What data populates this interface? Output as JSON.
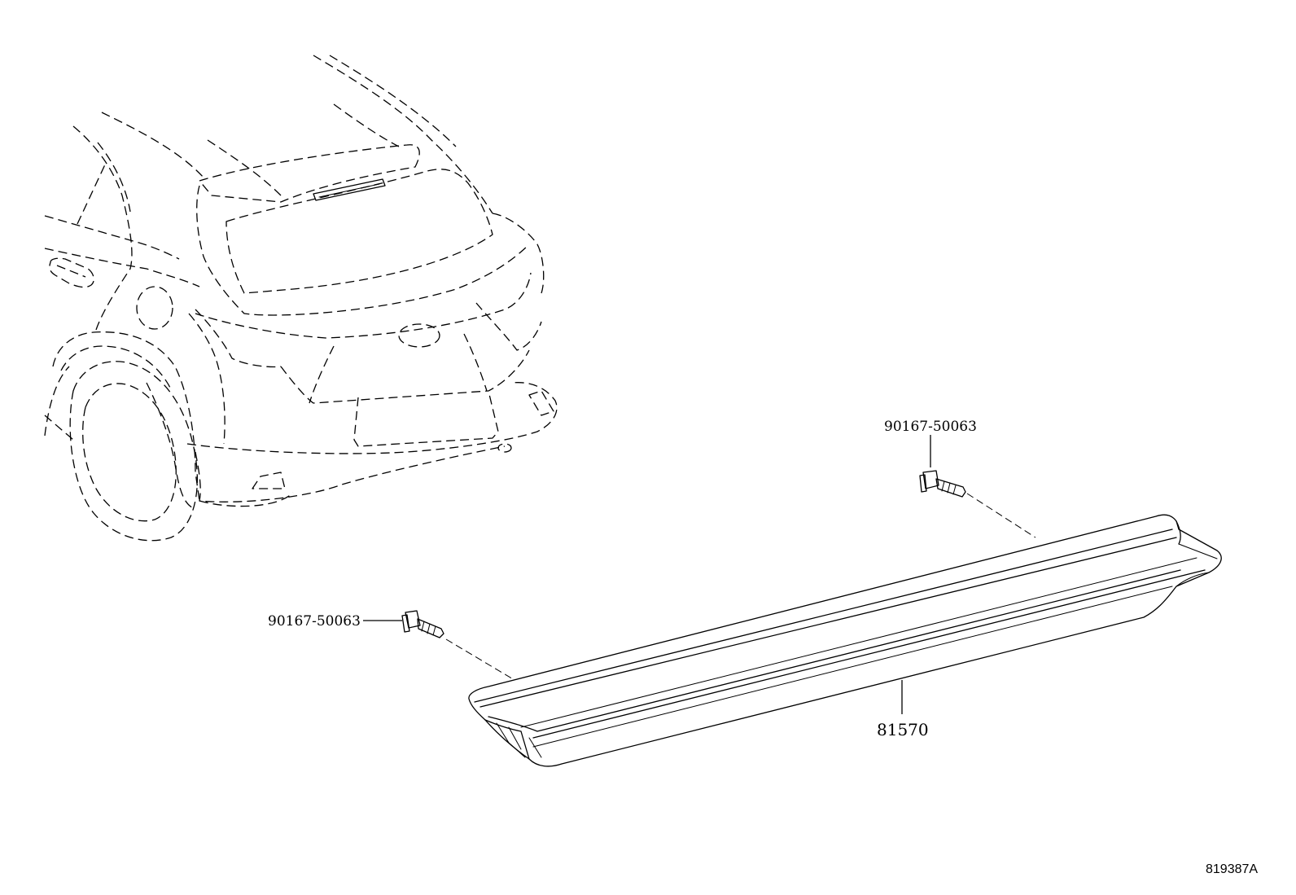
{
  "diagram": {
    "callouts": {
      "bolt_right": "90167-50063",
      "bolt_left": "90167-50063",
      "lamp": "81570"
    },
    "figure_id": "819387A"
  }
}
